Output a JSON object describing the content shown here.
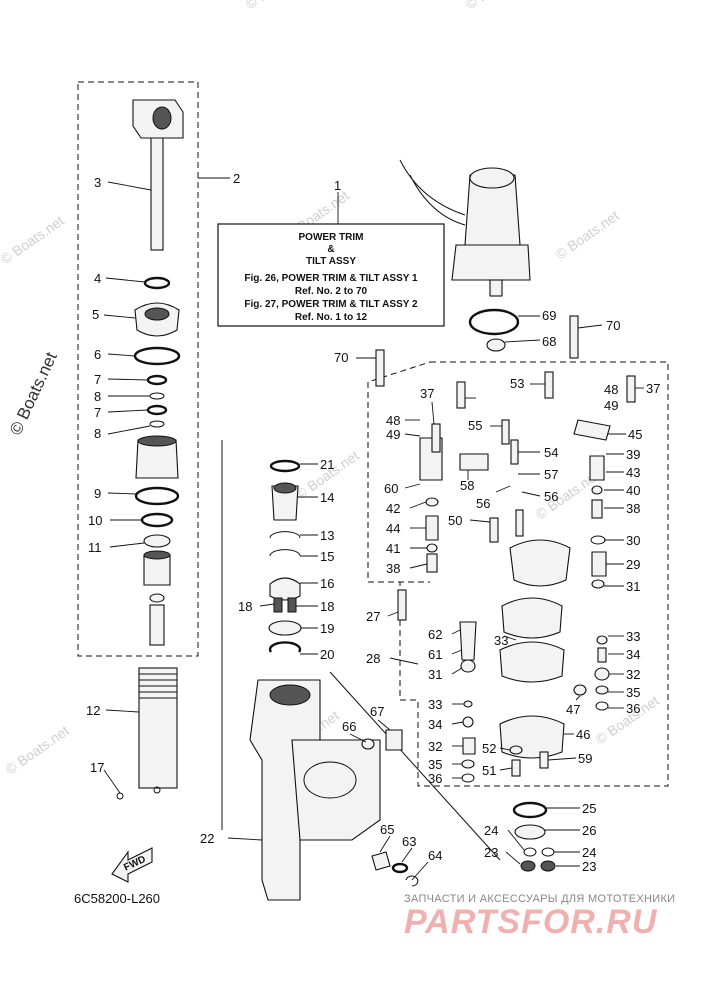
{
  "title_box": {
    "line1": "POWER TRIM",
    "line2": "&",
    "line3": "TILT ASSY",
    "line4": "Fig. 26, POWER TRIM & TILT ASSY 1",
    "line5": "Ref. No. 2 to 70",
    "line6": "Fig. 27, POWER TRIM & TILT ASSY 2",
    "line7": "Ref. No. 1 to 12"
  },
  "drawing_code": "6C58200-L260",
  "fwd_label": "FWD",
  "watermark": {
    "text": "© Boats.net",
    "small": "© Boats.net"
  },
  "brand": {
    "subtitle": "ЗАПЧАСТИ И АКСЕССУАРЫ ДЛЯ МОТОТЕХНИКИ",
    "logo": "PARTSFOR.RU"
  },
  "callouts": [
    "1",
    "2",
    "3",
    "4",
    "5",
    "6",
    "7",
    "8",
    "7",
    "8",
    "9",
    "10",
    "11",
    "12",
    "17",
    "21",
    "14",
    "13",
    "15",
    "16",
    "18",
    "18",
    "19",
    "20",
    "22",
    "66",
    "67",
    "65",
    "63",
    "64",
    "69",
    "70",
    "68",
    "70",
    "53",
    "37",
    "48",
    "49",
    "45",
    "37",
    "48",
    "49",
    "55",
    "54",
    "57",
    "58",
    "60",
    "56",
    "56",
    "39",
    "43",
    "40",
    "38",
    "42",
    "44",
    "41",
    "38",
    "50",
    "30",
    "29",
    "31",
    "27",
    "28",
    "62",
    "61",
    "31",
    "33",
    "33",
    "34",
    "32",
    "47",
    "35",
    "36",
    "33",
    "34",
    "32",
    "35",
    "36",
    "46",
    "52",
    "51",
    "59",
    "25",
    "26",
    "24",
    "23",
    "24",
    "23"
  ]
}
